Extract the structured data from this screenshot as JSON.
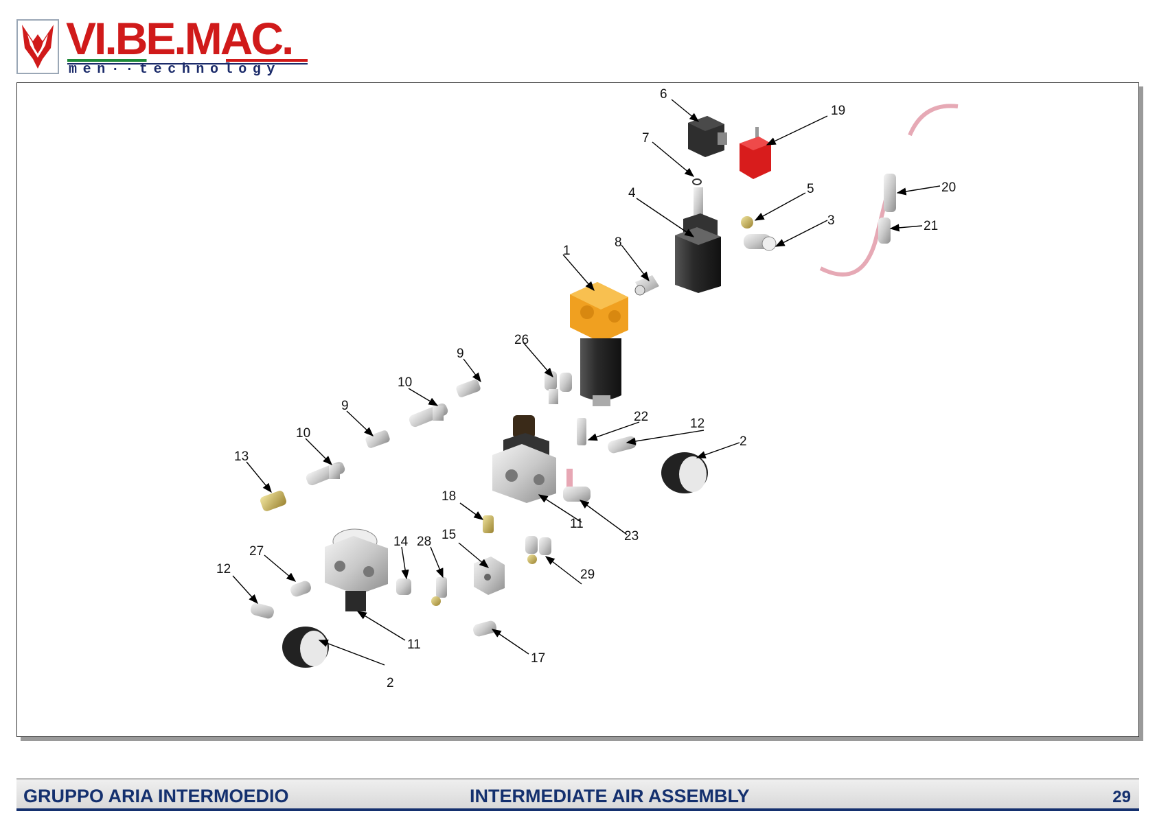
{
  "header": {
    "brand_name": "VI.BE.MAC.",
    "brand_tagline": "men and technology",
    "tagline_display": "men··technology"
  },
  "diagram": {
    "callouts": [
      "1",
      "2",
      "2",
      "3",
      "4",
      "5",
      "6",
      "7",
      "8",
      "9",
      "9",
      "10",
      "10",
      "11",
      "11",
      "12",
      "12",
      "13",
      "14",
      "15",
      "17",
      "18",
      "19",
      "20",
      "21",
      "22",
      "23",
      "26",
      "27",
      "28",
      "29"
    ]
  },
  "footer": {
    "title_it": "GRUPPO ARIA INTERMOEDIO",
    "title_en": "INTERMEDIATE AIR ASSEMBLY",
    "page_number": "29"
  },
  "colors": {
    "brand_red": "#d01a1a",
    "brand_blue": "#14306e",
    "filter_orange": "#f0a020",
    "solenoid_red": "#d81c1c"
  }
}
